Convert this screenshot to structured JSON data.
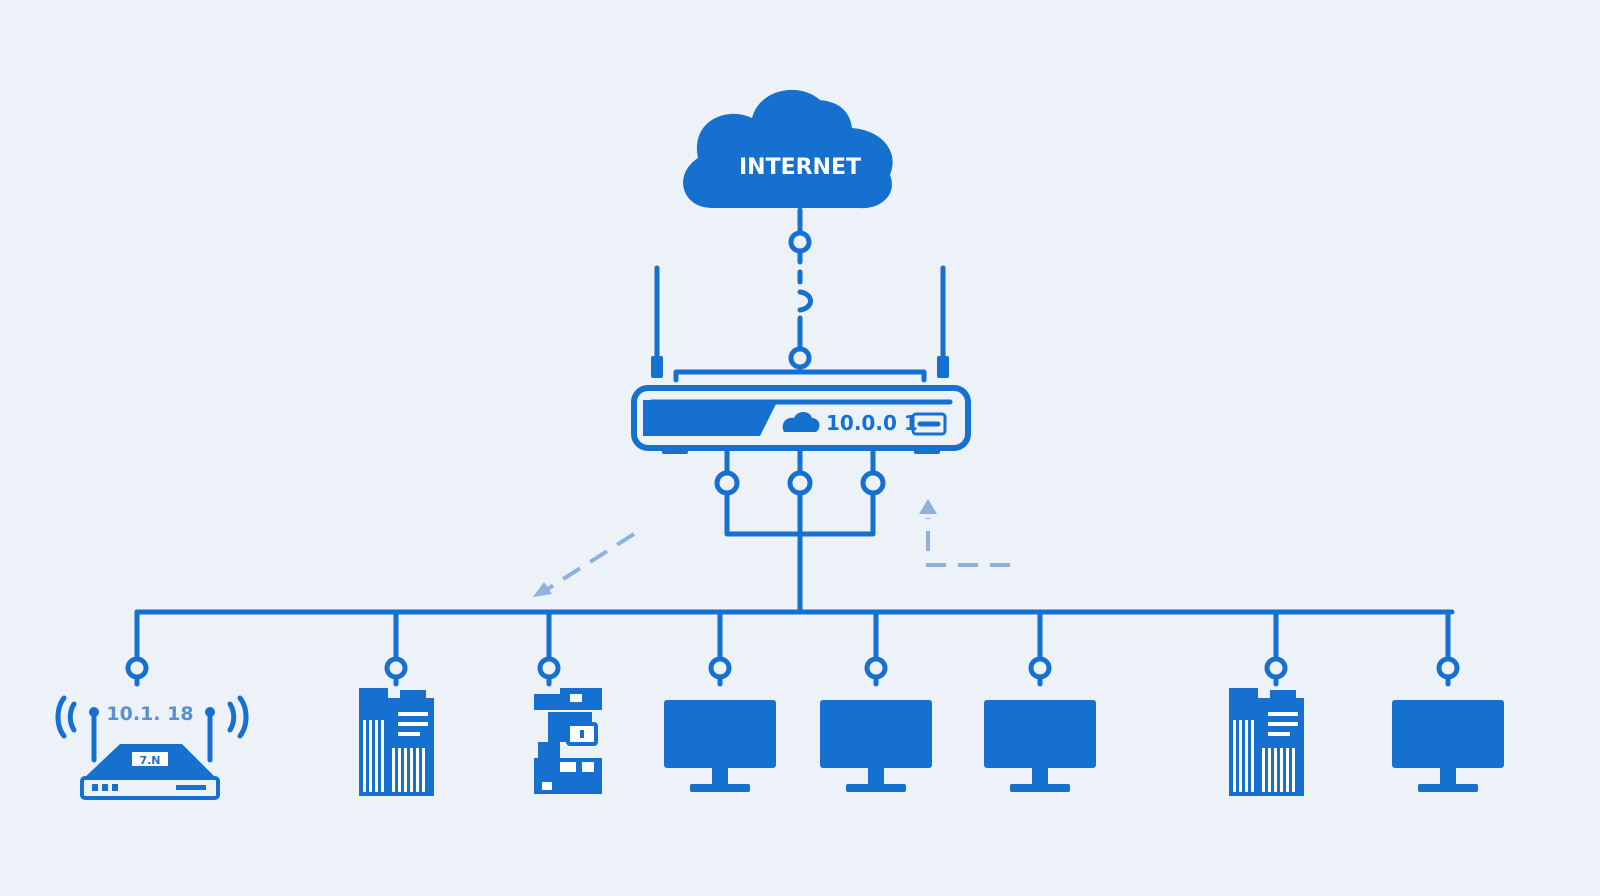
{
  "diagram": {
    "cloud_label": "INTERNET",
    "router_display": "10.0.0 1",
    "wireless_router_display": "10.1.  18",
    "wireless_router_badge": "7.N"
  },
  "colors": {
    "primary": "#1570cf",
    "background": "#edf2f8",
    "dashed": "#8fb1dc"
  },
  "icons": {
    "cloud": "cloud-icon",
    "router": "router-icon",
    "wireless_router": "wireless-router-icon",
    "server": "server-icon",
    "monitor": "monitor-icon",
    "robot": "robot-device-icon"
  }
}
